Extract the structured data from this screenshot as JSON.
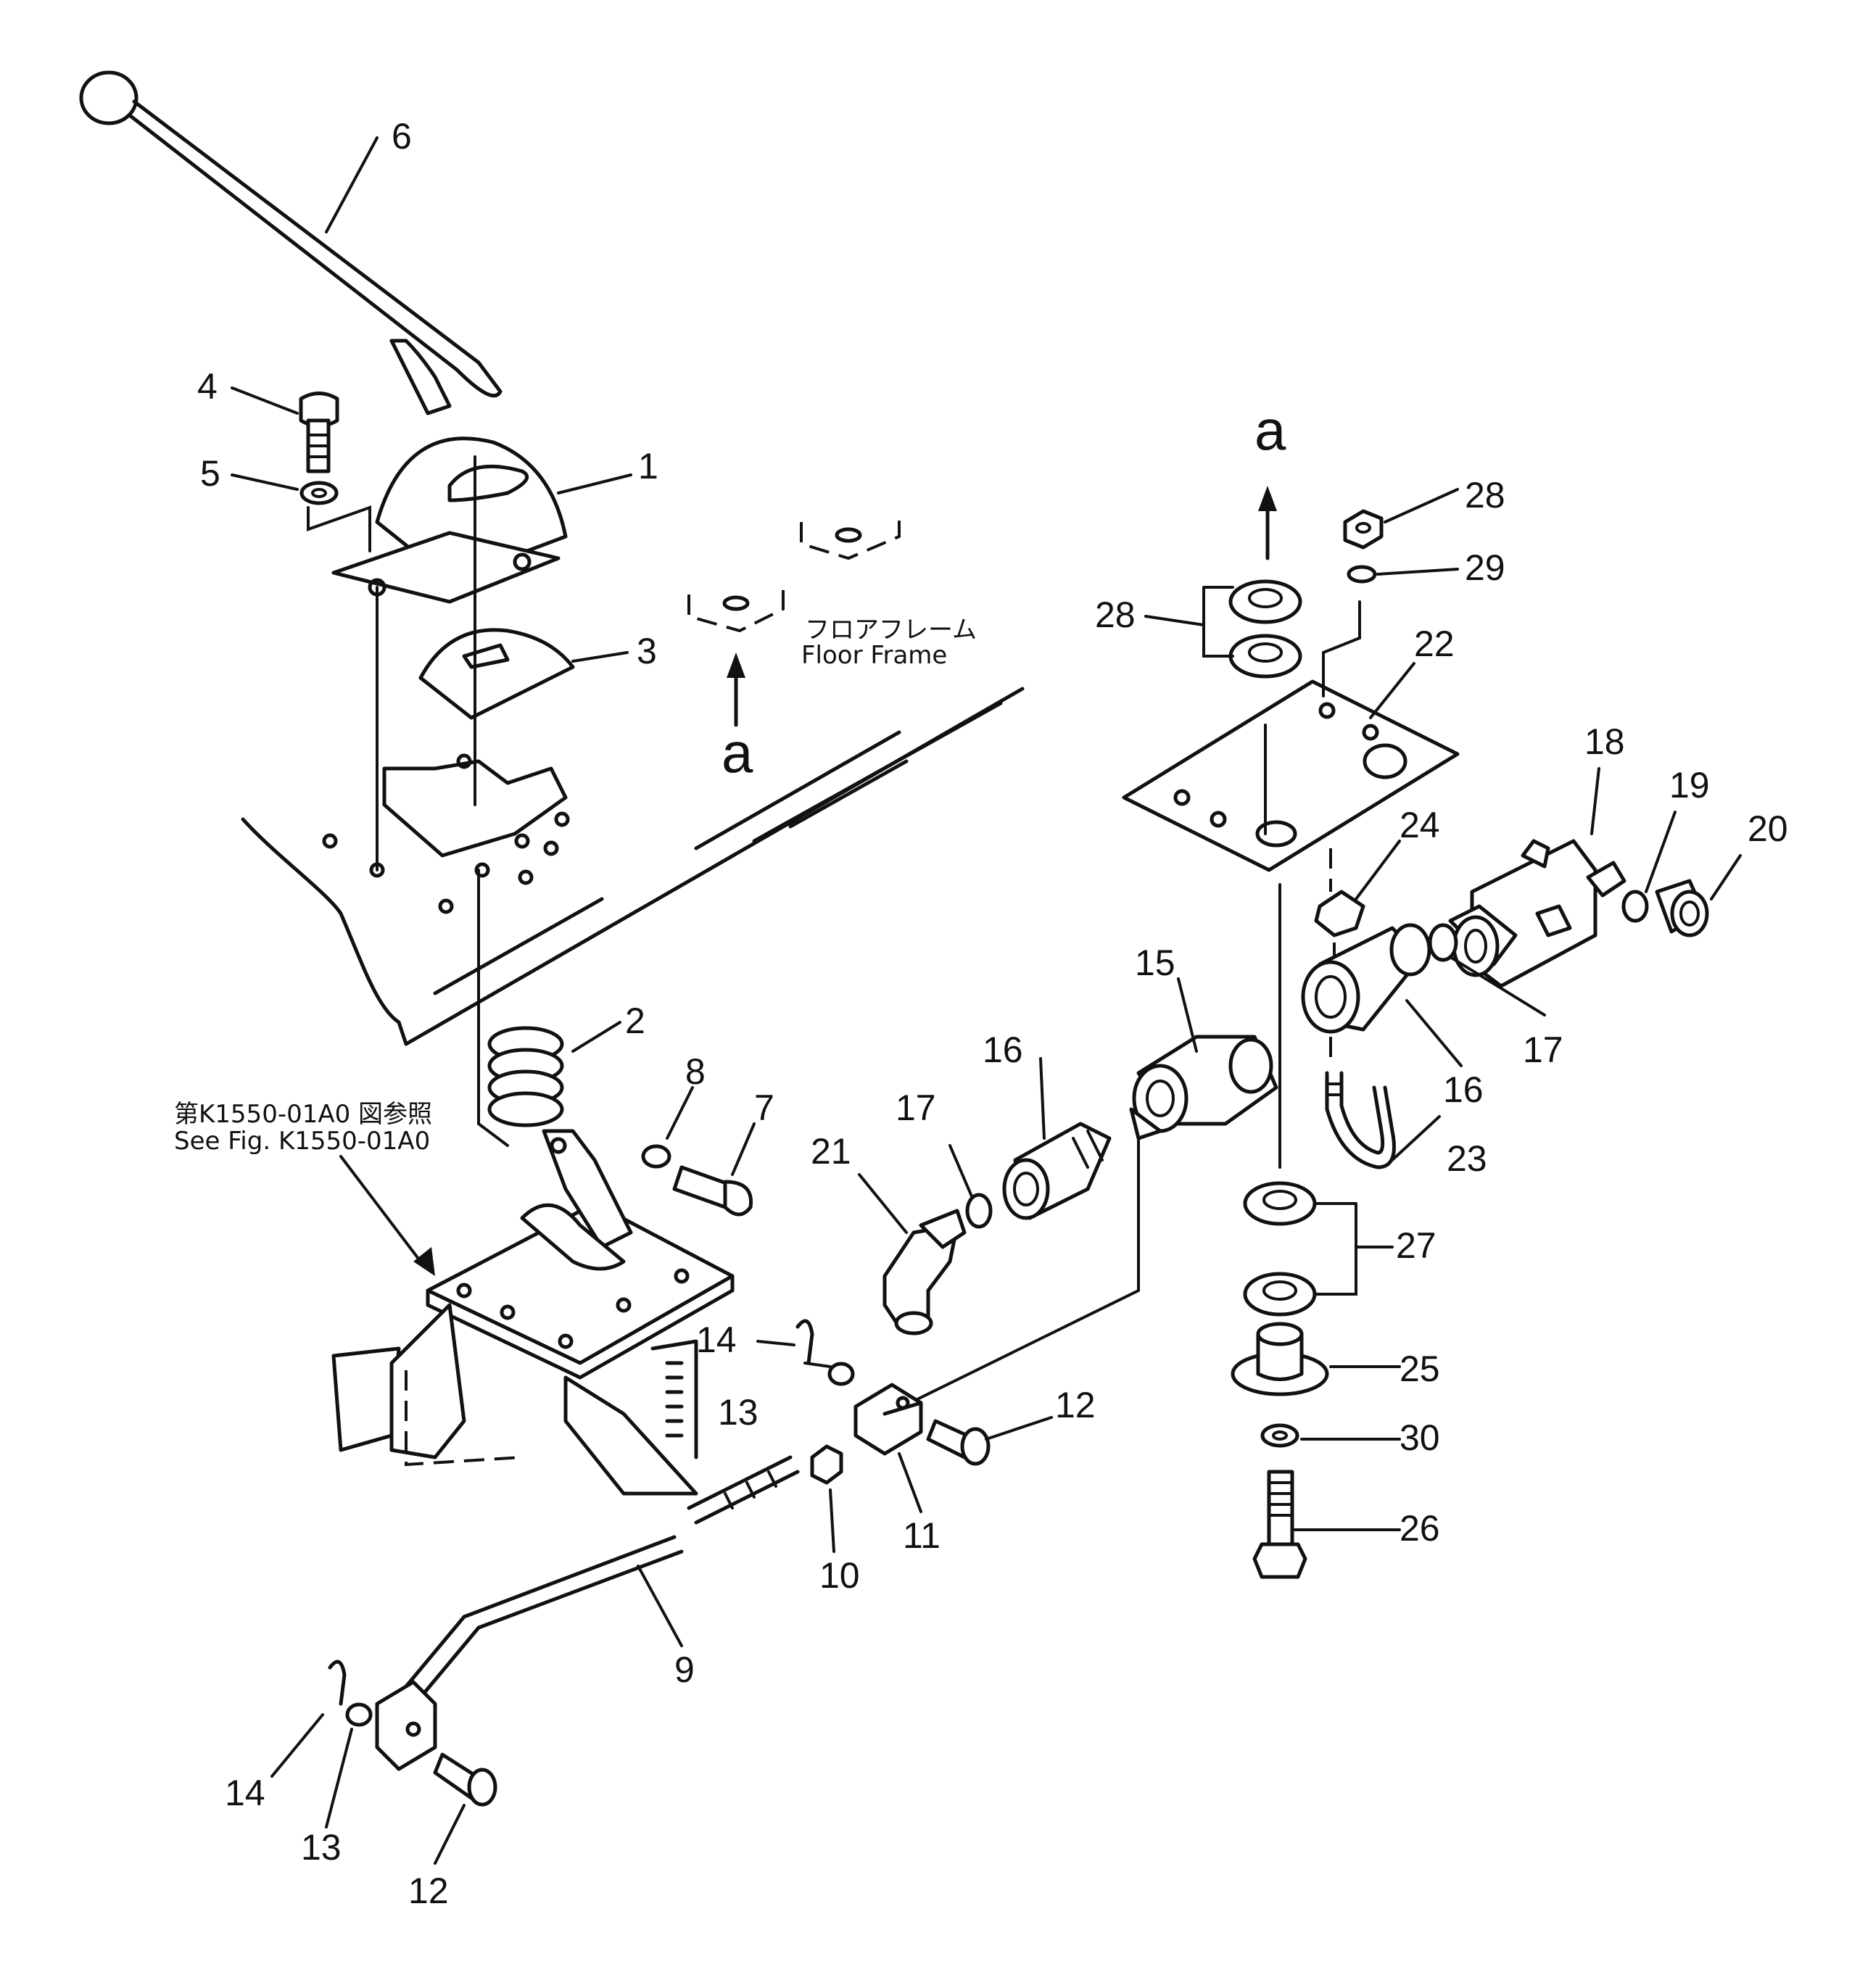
{
  "notes": {
    "floor_frame_jp": "フロアフレーム",
    "floor_frame_en": "Floor Frame",
    "ref_jp": "第K1550-01A0 図参照",
    "ref_en": "See Fig. K1550-01A0",
    "view_a_top": "a",
    "view_a_mid": "a"
  },
  "callouts": [
    {
      "id": "c1",
      "label": "1"
    },
    {
      "id": "c2",
      "label": "2"
    },
    {
      "id": "c3",
      "label": "3"
    },
    {
      "id": "c4",
      "label": "4"
    },
    {
      "id": "c5",
      "label": "5"
    },
    {
      "id": "c6",
      "label": "6"
    },
    {
      "id": "c7",
      "label": "7"
    },
    {
      "id": "c8",
      "label": "8"
    },
    {
      "id": "c9",
      "label": "9"
    },
    {
      "id": "c10",
      "label": "10"
    },
    {
      "id": "c11",
      "label": "11"
    },
    {
      "id": "c12a",
      "label": "12"
    },
    {
      "id": "c12b",
      "label": "12"
    },
    {
      "id": "c13a",
      "label": "13"
    },
    {
      "id": "c13b",
      "label": "13"
    },
    {
      "id": "c14a",
      "label": "14"
    },
    {
      "id": "c14b",
      "label": "14"
    },
    {
      "id": "c15",
      "label": "15"
    },
    {
      "id": "c16a",
      "label": "16"
    },
    {
      "id": "c16b",
      "label": "16"
    },
    {
      "id": "c17a",
      "label": "17"
    },
    {
      "id": "c17b",
      "label": "17"
    },
    {
      "id": "c18",
      "label": "18"
    },
    {
      "id": "c19",
      "label": "19"
    },
    {
      "id": "c20",
      "label": "20"
    },
    {
      "id": "c21",
      "label": "21"
    },
    {
      "id": "c22",
      "label": "22"
    },
    {
      "id": "c23",
      "label": "23"
    },
    {
      "id": "c24",
      "label": "24"
    },
    {
      "id": "c25",
      "label": "25"
    },
    {
      "id": "c26",
      "label": "26"
    },
    {
      "id": "c27",
      "label": "27"
    },
    {
      "id": "c28a",
      "label": "28"
    },
    {
      "id": "c28b",
      "label": "28"
    },
    {
      "id": "c29",
      "label": "29"
    },
    {
      "id": "c30",
      "label": "30"
    }
  ]
}
